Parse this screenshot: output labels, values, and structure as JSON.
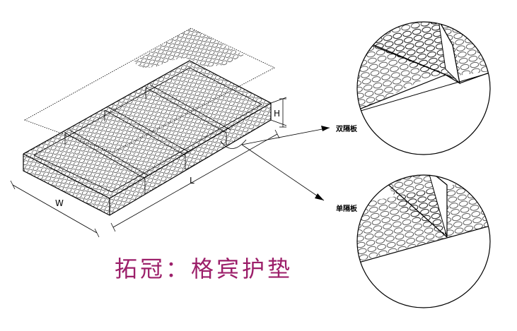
{
  "labels": {
    "double_diaphragm": "双隔板",
    "single_diaphragm": "单隔板",
    "dim_length": "L",
    "dim_width": "W",
    "dim_height": "H"
  },
  "caption": "拓冠：格宾护垫",
  "colors": {
    "caption": "#9c1f6a",
    "line": "#000000",
    "background": "#ffffff"
  }
}
